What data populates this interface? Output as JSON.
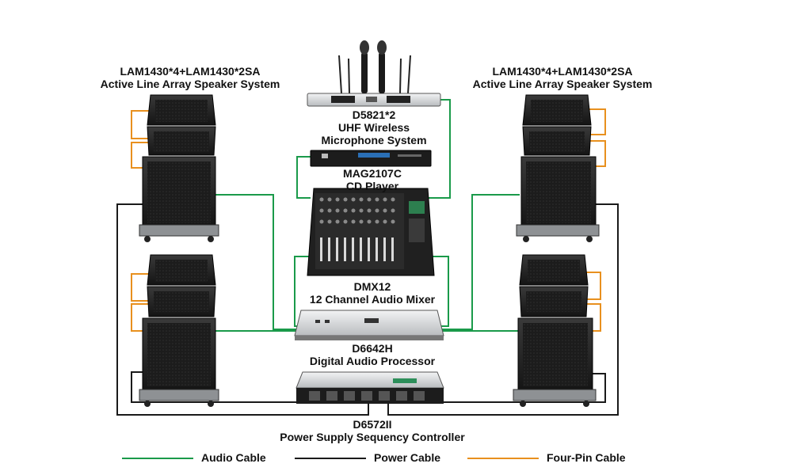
{
  "colors": {
    "audio": "#1a9a4a",
    "power": "#1a1a1a",
    "four_pin": "#e8901e",
    "device_dark": "#1b1b1b",
    "device_silver": "#cfd2d4"
  },
  "speaker_left": {
    "line1": "LAM1430*4+LAM1430*2SA",
    "line2": "Active Line Array Speaker System"
  },
  "speaker_right": {
    "line1": "LAM1430*4+LAM1430*2SA",
    "line2": "Active Line Array Speaker System"
  },
  "wireless": {
    "line1": "D5821*2",
    "line2": "UHF Wireless",
    "line3": "Microphone System"
  },
  "cd_player": {
    "line1": "MAG2107C",
    "line2": "CD Player"
  },
  "mixer": {
    "line1": "DMX12",
    "line2": "12 Channel Audio Mixer"
  },
  "processor": {
    "line1": "D6642H",
    "line2": "Digital Audio Processor"
  },
  "power_ctrl": {
    "line1": "D6572II",
    "line2": "Power Supply Sequency Controller"
  },
  "legend": {
    "audio_label": "Audio Cable",
    "power_label": "Power Cable",
    "four_pin_label": "Four-Pin Cable"
  },
  "icons": [
    "speaker-stack-icon",
    "wireless-receiver-icon",
    "microphone-icon",
    "cd-player-icon",
    "mixer-icon",
    "processor-icon",
    "power-sequencer-icon"
  ]
}
